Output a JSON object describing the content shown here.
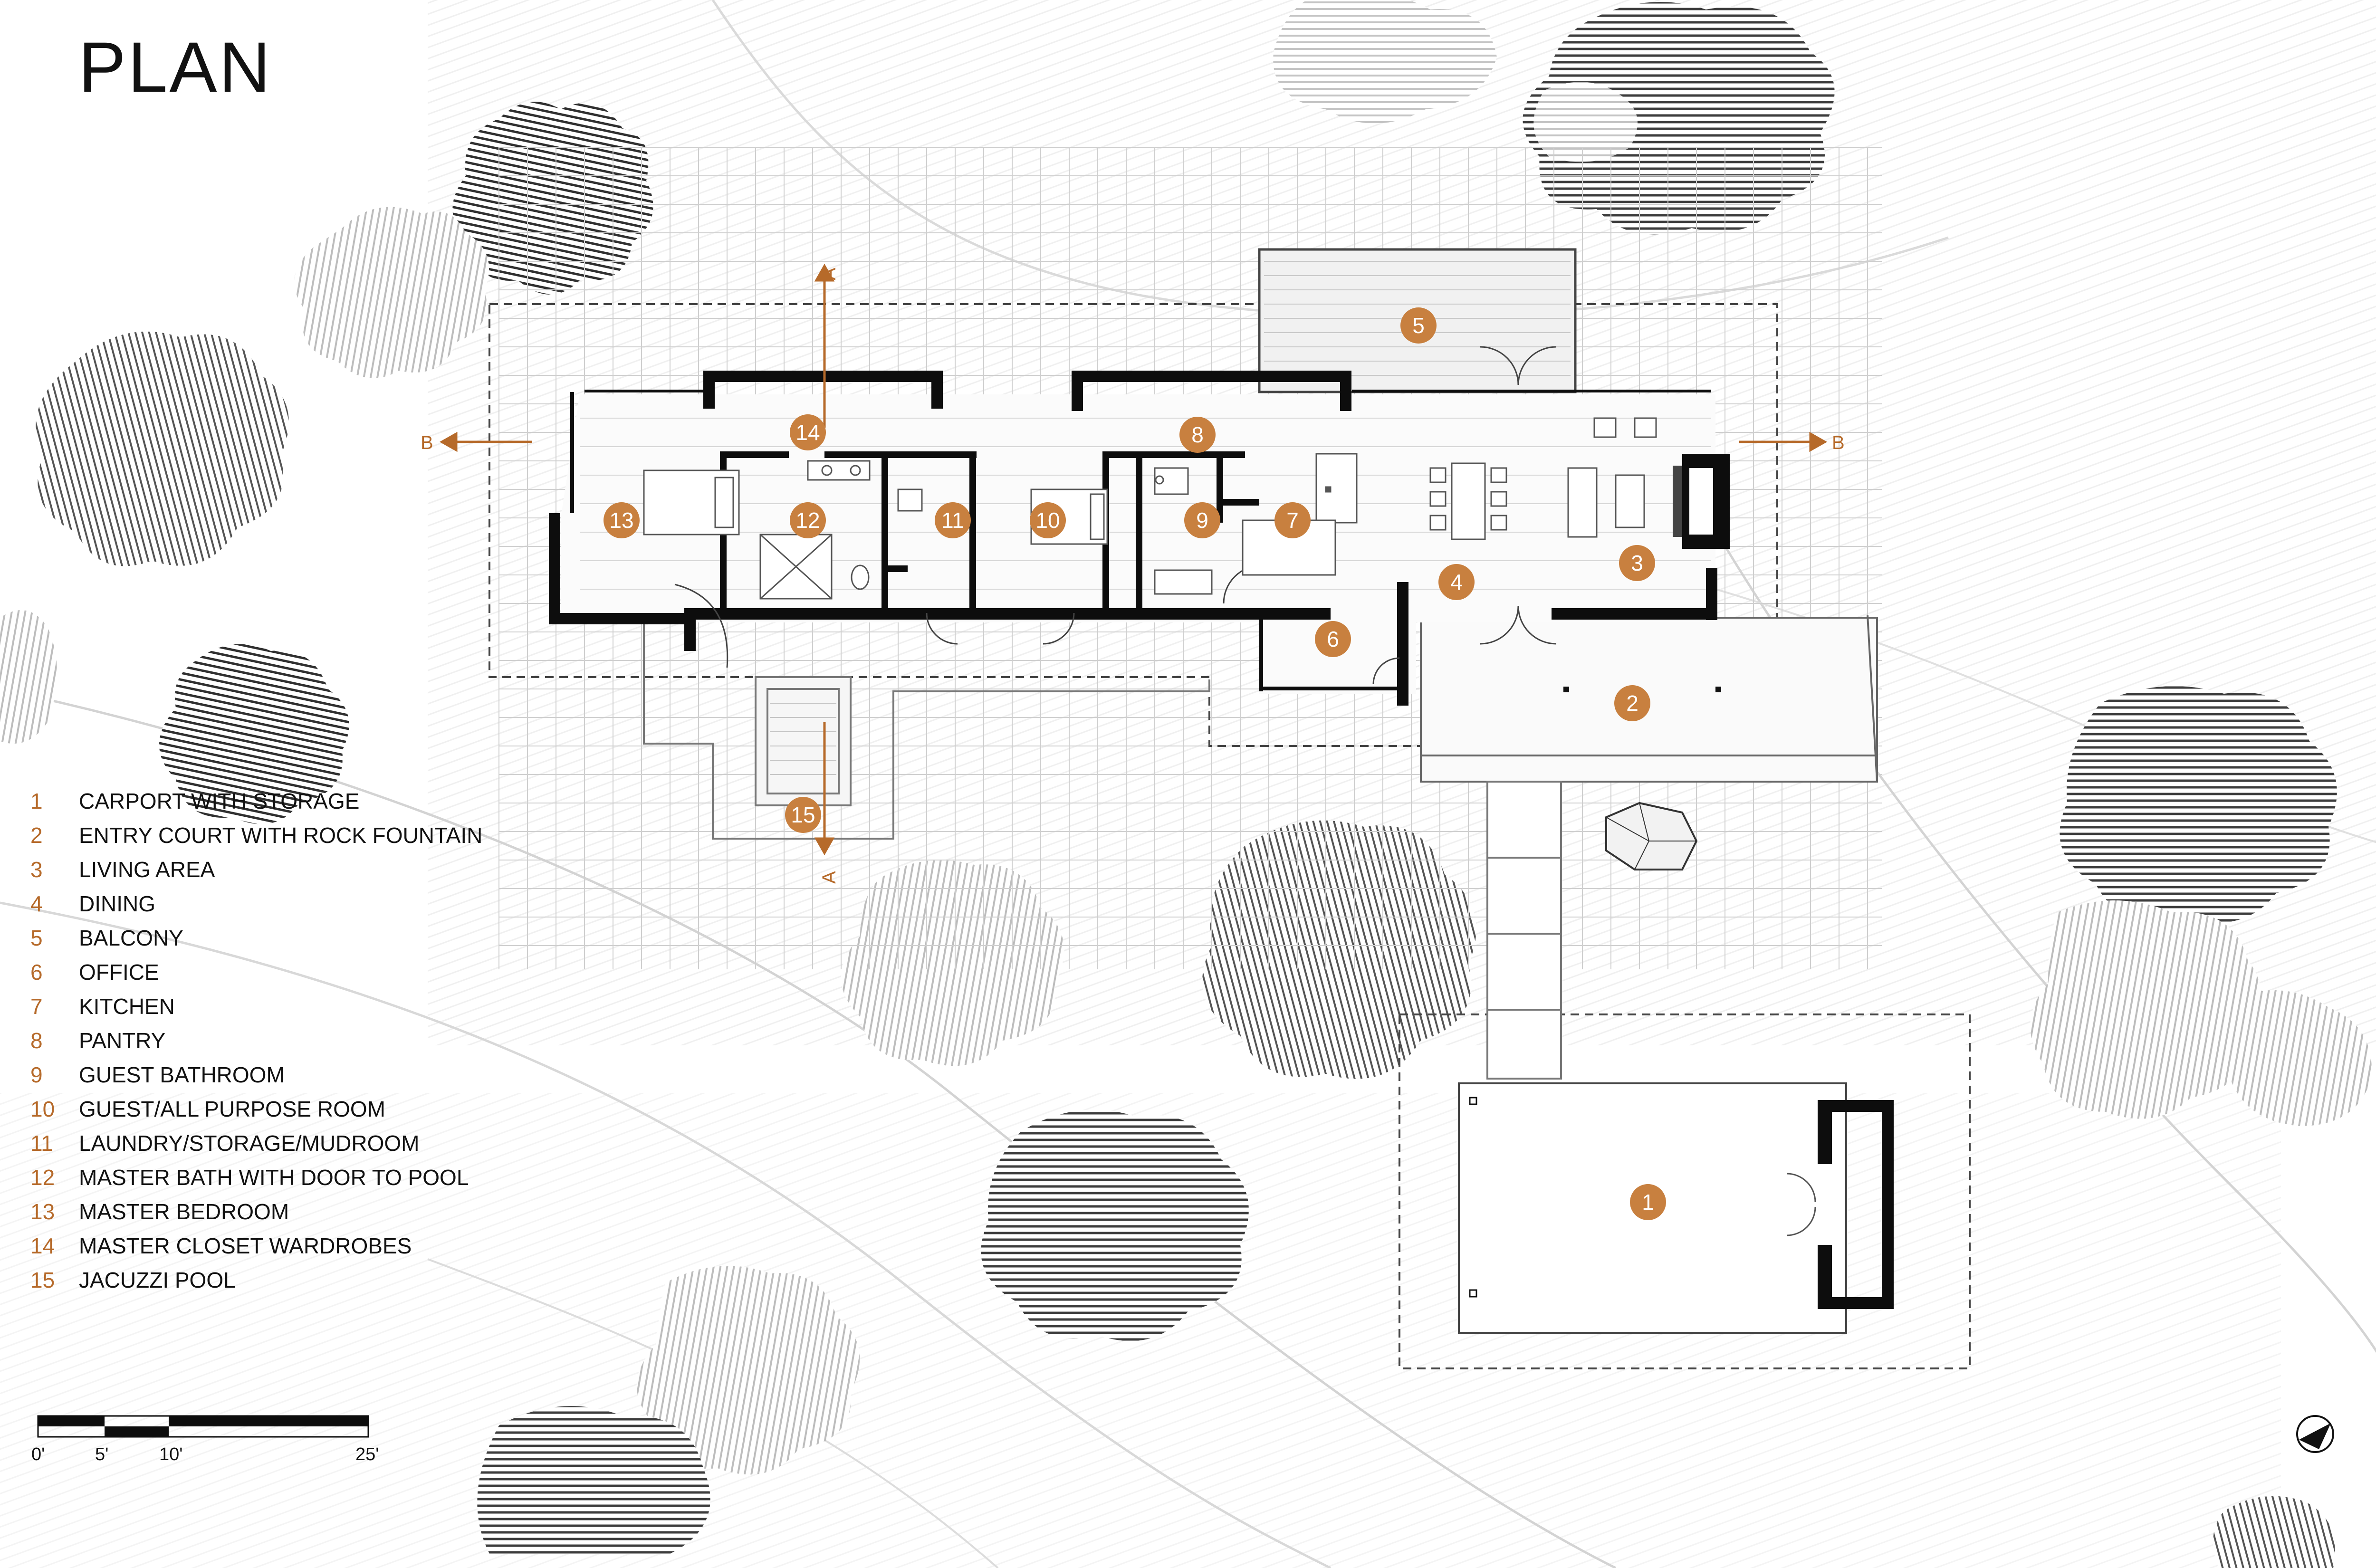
{
  "title": "PLAN",
  "colors": {
    "accent": "#c8803f",
    "wall": "#0d0d0d",
    "grid": "#cfcfcf",
    "tree_dark": "#3a3a3a",
    "tree_light": "#b5b5b5"
  },
  "legend": [
    {
      "num": "1",
      "label": "CARPORT WITH STORAGE"
    },
    {
      "num": "2",
      "label": "ENTRY COURT WITH ROCK FOUNTAIN"
    },
    {
      "num": "3",
      "label": "LIVING AREA"
    },
    {
      "num": "4",
      "label": "DINING"
    },
    {
      "num": "5",
      "label": "BALCONY"
    },
    {
      "num": "6",
      "label": "OFFICE"
    },
    {
      "num": "7",
      "label": "KITCHEN"
    },
    {
      "num": "8",
      "label": "PANTRY"
    },
    {
      "num": "9",
      "label": "GUEST BATHROOM"
    },
    {
      "num": "10",
      "label": "GUEST/ALL PURPOSE ROOM"
    },
    {
      "num": "11",
      "label": "LAUNDRY/STORAGE/MUDROOM"
    },
    {
      "num": "12",
      "label": "MASTER BATH WITH DOOR TO POOL"
    },
    {
      "num": "13",
      "label": "MASTER BEDROOM"
    },
    {
      "num": "14",
      "label": "MASTER CLOSET WARDROBES"
    },
    {
      "num": "15",
      "label": "JACUZZI POOL"
    }
  ],
  "section_markers": {
    "a": "A",
    "b": "B"
  },
  "scale_bar": {
    "labels": [
      "0'",
      "5'",
      "10'",
      "25'"
    ]
  },
  "icons": [
    "north-arrow-icon",
    "tree-icon",
    "rock-fountain-icon"
  ]
}
